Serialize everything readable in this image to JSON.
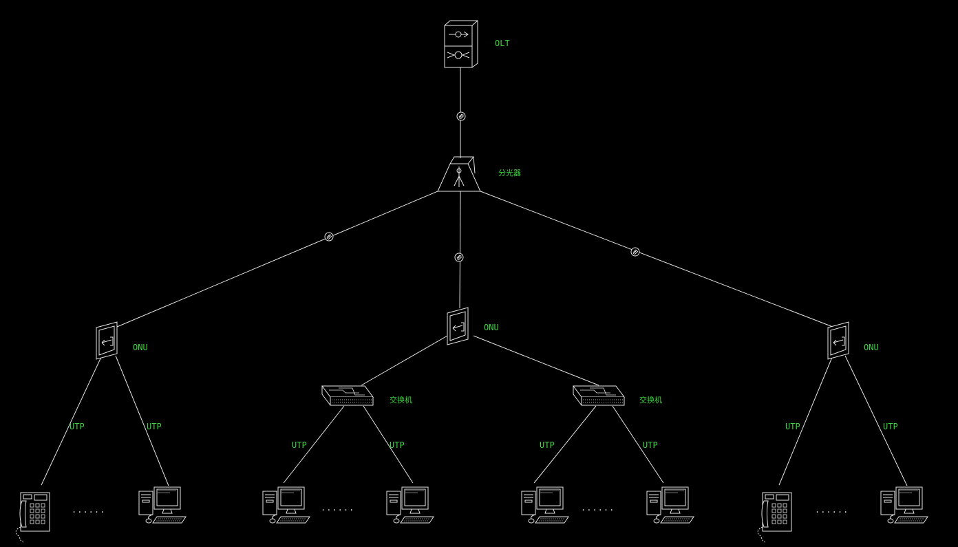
{
  "diagram": {
    "colors": {
      "background": "#000000",
      "line": "#e6e6e6",
      "label": "#3cd43c"
    },
    "labels": {
      "olt": "OLT",
      "splitter": "分光器",
      "onu_left": "ONU",
      "onu_center": "ONU",
      "onu_right": "ONU",
      "switch_left": "交换机",
      "switch_right": "交换机",
      "utp_1": "UTP",
      "utp_2": "UTP",
      "utp_3": "UTP",
      "utp_4": "UTP",
      "utp_5": "UTP",
      "utp_6": "UTP",
      "utp_7": "UTP",
      "utp_8": "UTP"
    },
    "ellipsis": "......",
    "nodes": [
      {
        "name": "olt",
        "icon": "olt-rack-icon"
      },
      {
        "name": "splitter",
        "icon": "optical-splitter-icon"
      },
      {
        "name": "onu-left",
        "icon": "onu-icon"
      },
      {
        "name": "onu-center",
        "icon": "onu-icon"
      },
      {
        "name": "onu-right",
        "icon": "onu-icon"
      },
      {
        "name": "switch-left",
        "icon": "switch-icon"
      },
      {
        "name": "switch-right",
        "icon": "switch-icon"
      },
      {
        "name": "phone-left",
        "icon": "telephone-icon"
      },
      {
        "name": "pc-1",
        "icon": "computer-icon"
      },
      {
        "name": "pc-2",
        "icon": "computer-icon"
      },
      {
        "name": "pc-3",
        "icon": "computer-icon"
      },
      {
        "name": "pc-4",
        "icon": "computer-icon"
      },
      {
        "name": "pc-5",
        "icon": "computer-icon"
      },
      {
        "name": "phone-right",
        "icon": "telephone-icon"
      },
      {
        "name": "pc-6",
        "icon": "computer-icon"
      }
    ]
  }
}
